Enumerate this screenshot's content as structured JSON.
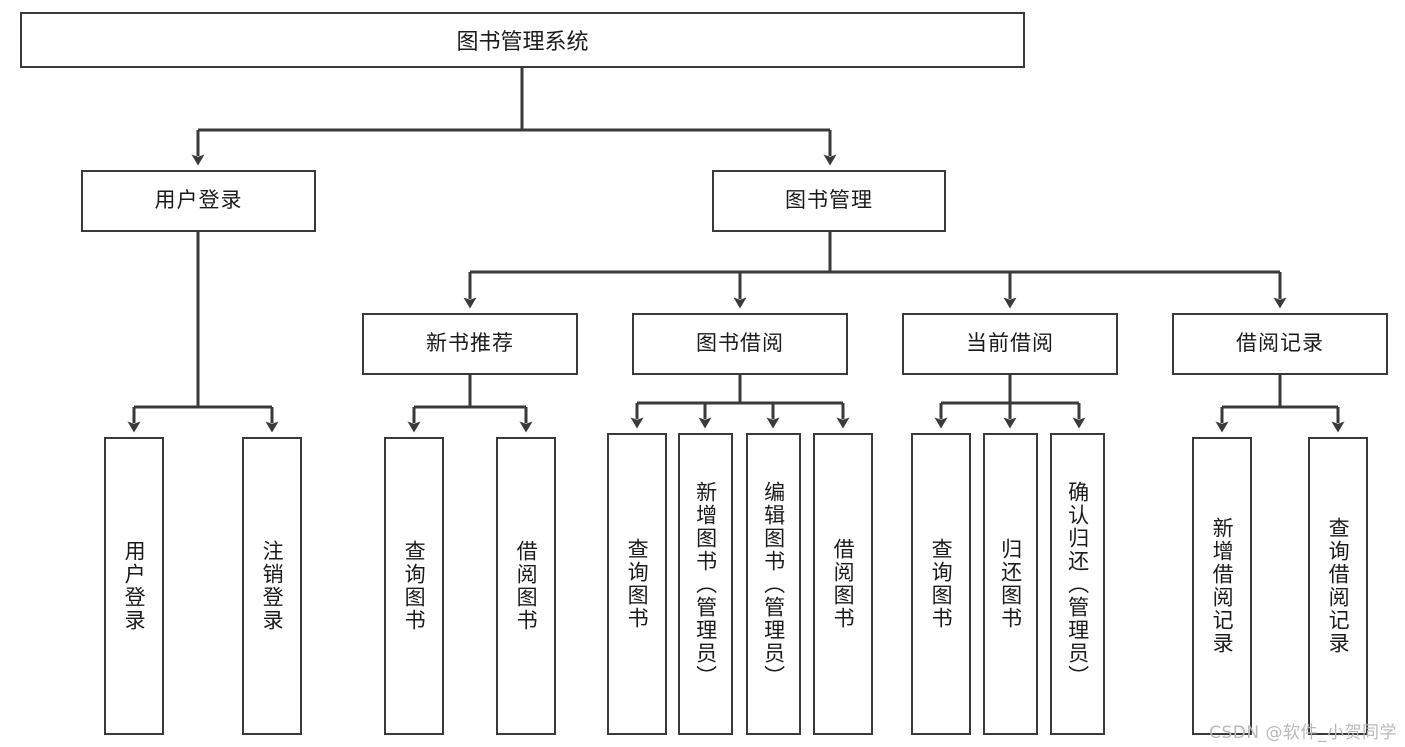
{
  "diagram": {
    "title": "图书管理系统",
    "type": "tree-hierarchy",
    "colors": {
      "box_border": "#3a3a3a",
      "box_fill": "#ffffff",
      "connector": "#3a3a3a",
      "text": "#1b1b1b",
      "watermark": "#b9b9b9"
    },
    "root": {
      "label": "图书管理系统"
    },
    "level2": [
      {
        "label": "用户登录"
      },
      {
        "label": "图书管理"
      }
    ],
    "level3": [
      {
        "label": "新书推荐"
      },
      {
        "label": "图书借阅"
      },
      {
        "label": "当前借阅"
      },
      {
        "label": "借阅记录"
      }
    ],
    "leaves": {
      "user_login": [
        {
          "label": "用户登录"
        },
        {
          "label": "注销登录"
        }
      ],
      "new_book_recommend": [
        {
          "label": "查询图书"
        },
        {
          "label": "借阅图书"
        }
      ],
      "book_borrow": [
        {
          "label": "查询图书"
        },
        {
          "label": "新增图书（管理员）"
        },
        {
          "label": "编辑图书（管理员）"
        },
        {
          "label": "借阅图书"
        }
      ],
      "current_borrow": [
        {
          "label": "查询图书"
        },
        {
          "label": "归还图书"
        },
        {
          "label": "确认归还（管理员）"
        }
      ],
      "borrow_record": [
        {
          "label": "新增借阅记录"
        },
        {
          "label": "查询借阅记录"
        }
      ]
    }
  },
  "watermark": {
    "text": "CSDN @软件_小贺同学"
  }
}
